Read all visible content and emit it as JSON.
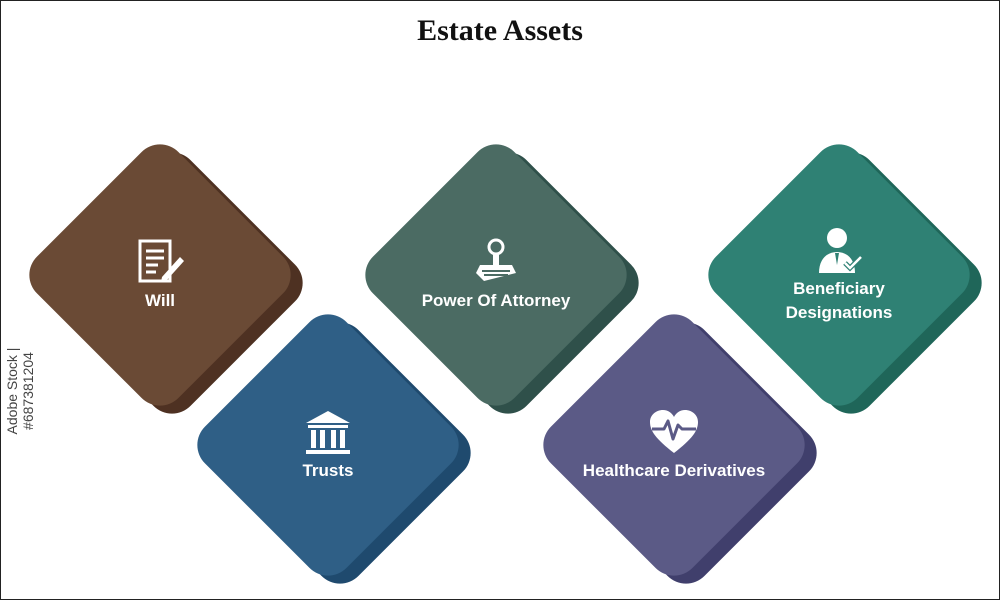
{
  "title": "Estate Assets",
  "items": [
    {
      "label": "Will",
      "icon": "document-pen-icon",
      "color": "#6a4a35",
      "shadow": "#4e3122"
    },
    {
      "label": "Trusts",
      "icon": "bank-building-icon",
      "color": "#2f5f86",
      "shadow": "#1f4a6e"
    },
    {
      "label": "Power Of Attorney",
      "icon": "stamp-icon",
      "color": "#4b6b63",
      "shadow": "#2f504a"
    },
    {
      "label": "Healthcare Derivatives",
      "icon": "heart-pulse-icon",
      "color": "#5b5a86",
      "shadow": "#403f6c"
    },
    {
      "label": "Beneficiary Designations",
      "icon": "person-check-icon",
      "color": "#2f8174",
      "shadow": "#1f6659"
    }
  ],
  "watermark": "Adobe Stock | #687381204"
}
